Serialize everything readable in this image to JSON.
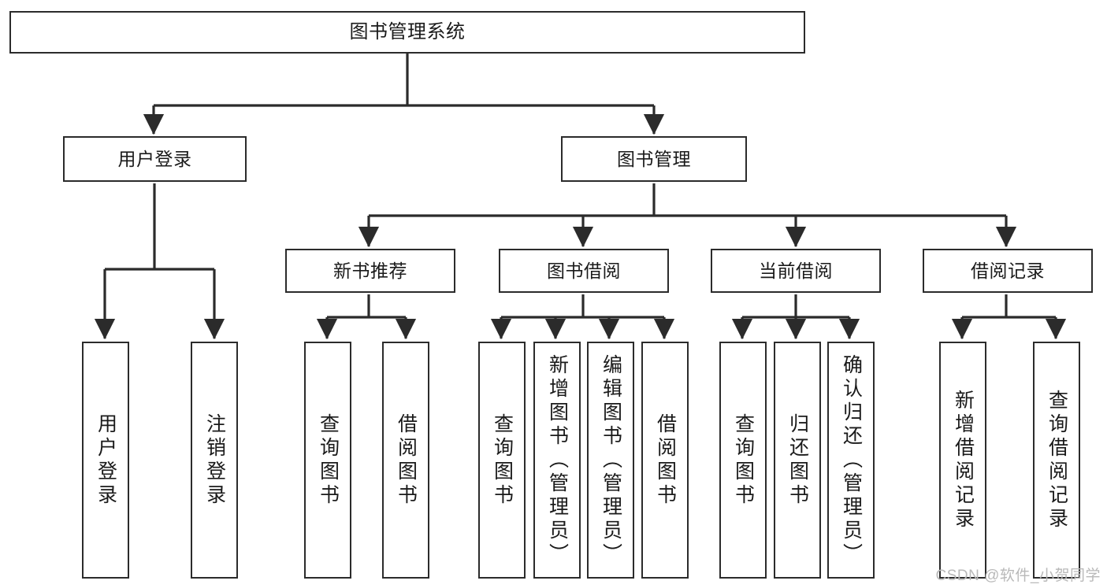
{
  "diagram": {
    "title": "图书管理系统",
    "type": "tree",
    "watermark": "CSDN @软件_小贺同学",
    "colors": {
      "stroke": "#2b2b2b",
      "fill": "#ffffff",
      "text": "#1a1a1a",
      "watermark": "#b9b9b9"
    },
    "nodes": {
      "root": {
        "label": "图书管理系统"
      },
      "level1": [
        {
          "id": "user-login",
          "label": "用户登录"
        },
        {
          "id": "book-manage",
          "label": "图书管理"
        }
      ],
      "level2": [
        {
          "id": "new-book-recommend",
          "label": "新书推荐"
        },
        {
          "id": "book-borrow",
          "label": "图书借阅"
        },
        {
          "id": "current-borrow",
          "label": "当前借阅"
        },
        {
          "id": "borrow-record",
          "label": "借阅记录"
        }
      ],
      "leaves": {
        "user_login": [
          {
            "id": "leaf-user-login",
            "label": "用户登录"
          },
          {
            "id": "leaf-logout-login",
            "label": "注销登录"
          }
        ],
        "new_book_recommend": [
          {
            "id": "leaf-query-book-1",
            "label": "查询图书"
          },
          {
            "id": "leaf-borrow-book-1",
            "label": "借阅图书"
          }
        ],
        "book_borrow": [
          {
            "id": "leaf-query-book-2",
            "label": "查询图书"
          },
          {
            "id": "leaf-add-book",
            "label": "新增图书（管理员）"
          },
          {
            "id": "leaf-edit-book",
            "label": "编辑图书（管理员）"
          },
          {
            "id": "leaf-borrow-book-2",
            "label": "借阅图书"
          }
        ],
        "current_borrow": [
          {
            "id": "leaf-query-book-3",
            "label": "查询图书"
          },
          {
            "id": "leaf-return-book",
            "label": "归还图书"
          },
          {
            "id": "leaf-confirm-return",
            "label": "确认归还（管理员）"
          }
        ],
        "borrow_record": [
          {
            "id": "leaf-add-record",
            "label": "新增借阅记录"
          },
          {
            "id": "leaf-query-record",
            "label": "查询借阅记录"
          }
        ]
      }
    }
  }
}
